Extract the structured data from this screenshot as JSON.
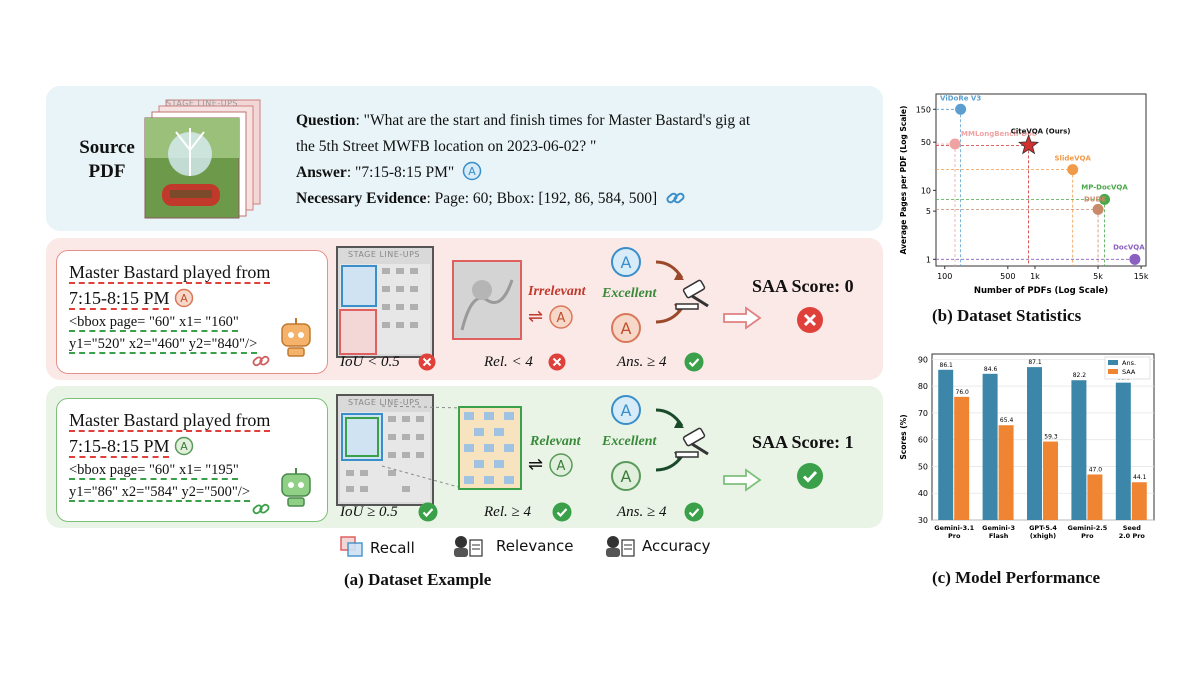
{
  "source": {
    "label_line1": "Source",
    "label_line2": "PDF",
    "thumb_title": "STAGE LINE-UPS"
  },
  "question": {
    "q_label": "Question",
    "q_text_1": ": \"What are the start and finish times for Master Bastard's gig at",
    "q_text_2": "the 5th Street MWFB location on 2023-06-02? \"",
    "a_label": "Answer",
    "a_text": ": \"7:15-8:15 PM\"",
    "e_label": "Necessary Evidence",
    "e_text": ": Page: 60; Bbox: [192, 86, 584, 500]"
  },
  "rows": [
    {
      "statement": "Master Bastard played from",
      "time": "7:15-8:15 PM",
      "code_1": "<bbox page= \"60\" x1= \"160\"",
      "code_2": "y1=\"520\" x2=\"460\" y2=\"840\"/>",
      "iou": "IoU < 0.5",
      "rel_tag": "Irrelevant",
      "rel": "Rel. < 4",
      "ans_tag": "Excellent",
      "ans": "Ans. ≥ 4",
      "score": "SAA Score: 0",
      "thumb_title": "STAGE LINE-UPS"
    },
    {
      "statement": "Master Bastard played from",
      "time": "7:15-8:15 PM",
      "code_1": "<bbox page= \"60\" x1= \"195\"",
      "code_2": "y1=\"86\" x2=\"584\" y2=\"500\"/>",
      "iou": "IoU ≥ 0.5",
      "rel_tag": "Relevant",
      "rel": "Rel. ≥ 4",
      "ans_tag": "Excellent",
      "ans": "Ans. ≥ 4",
      "score": "SAA Score: 1",
      "thumb_title": "STAGE LINE-UPS"
    }
  ],
  "legend": {
    "recall": "Recall",
    "relevance": "Relevance",
    "accuracy": "Accuracy"
  },
  "captions": {
    "a": "(a) Dataset Example",
    "b": "(b) Dataset Statistics",
    "c": "(c) Model Performance"
  },
  "colors": {
    "blue_panel": "#e8f4f8",
    "red_panel": "#fbe9e8",
    "green_panel": "#e9f4e6",
    "ans_bar": "#3b86a9",
    "saa_bar": "#ef8533"
  },
  "chart_data": [
    {
      "type": "scatter",
      "xlabel": "Number of PDFs (Log Scale)",
      "ylabel": "Average Pages per PDF (Log Scale)",
      "x_ticks": [
        "100",
        "500",
        "1k",
        "5k",
        "15k"
      ],
      "y_ticks": [
        "1",
        "5",
        "10",
        "50",
        "150"
      ],
      "x_log": true,
      "y_log": true,
      "xlim": [
        80,
        17000
      ],
      "ylim": [
        0.8,
        250
      ],
      "points": [
        {
          "name": "ViDoRe V3",
          "x": 150,
          "y": 150,
          "color": "#5a9fd0"
        },
        {
          "name": "MMLongBench-Doc",
          "x": 130,
          "y": 47,
          "color": "#f0a3a3"
        },
        {
          "name": "CiteVQA (Ours)",
          "x": 850,
          "y": 45,
          "color": "#d03030",
          "marker": "star"
        },
        {
          "name": "SlideVQA",
          "x": 2620,
          "y": 20,
          "color": "#f09a4a"
        },
        {
          "name": "MP-DocVQA",
          "x": 5900,
          "y": 7.4,
          "color": "#4aa84a"
        },
        {
          "name": "DUDE",
          "x": 5000,
          "y": 5.3,
          "color": "#c98a6a"
        },
        {
          "name": "DocVQA",
          "x": 12800,
          "y": 1.0,
          "color": "#8a60c0"
        }
      ]
    },
    {
      "type": "bar",
      "ylabel": "Scores (%)",
      "ylim": [
        30,
        92
      ],
      "y_ticks": [
        30,
        40,
        50,
        60,
        70,
        80,
        90
      ],
      "categories": [
        "Gemini-3.1 Pro",
        "Gemini-3 Flash",
        "GPT-5.4 (xhigh)",
        "Gemini-2.5 Pro",
        "Seed 2.0 Pro"
      ],
      "series": [
        {
          "name": "Ans.",
          "values": [
            86.1,
            84.6,
            87.1,
            82.2,
            81.3
          ]
        },
        {
          "name": "SAA",
          "values": [
            76.0,
            65.4,
            59.3,
            47.0,
            44.1
          ]
        }
      ]
    }
  ]
}
